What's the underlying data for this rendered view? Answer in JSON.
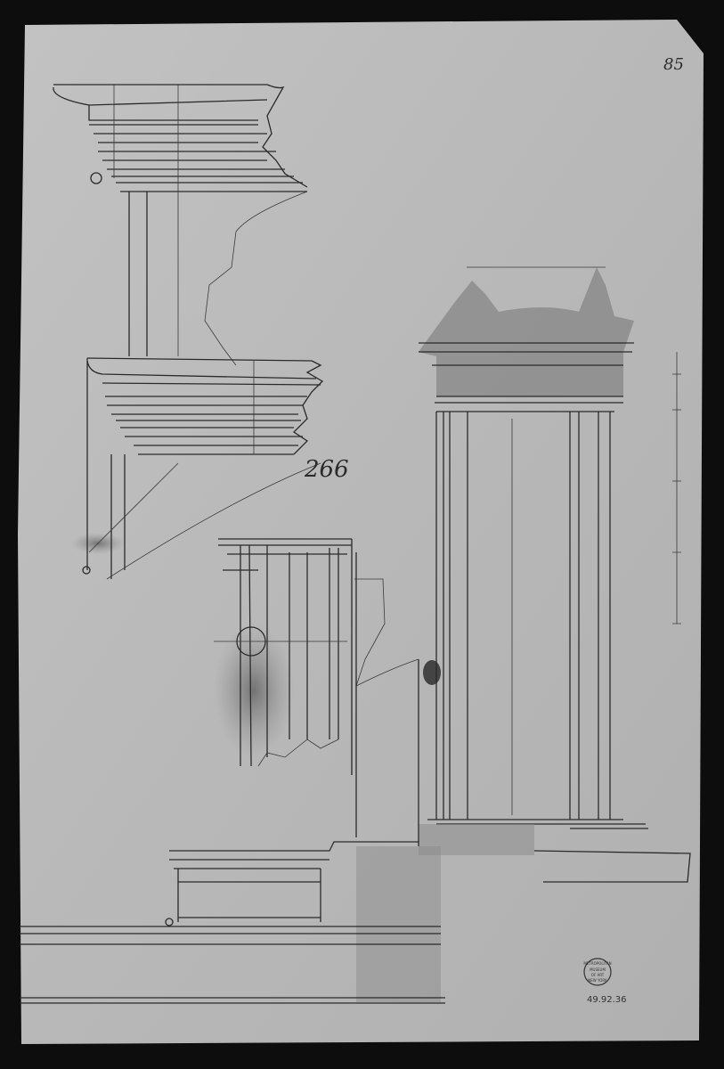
{
  "sheet": {
    "page_number": "85",
    "sheet_number": "266",
    "stamp": {
      "line1": "METROPOLITAN",
      "line2": "MUSEUM",
      "line3": "OF ART",
      "line4": "NEW YORK"
    },
    "accession_number": "49.92.36"
  },
  "colors": {
    "background": "#0d0d0d",
    "paper": "#b9b9b9",
    "ink": "#2a2a2a"
  }
}
